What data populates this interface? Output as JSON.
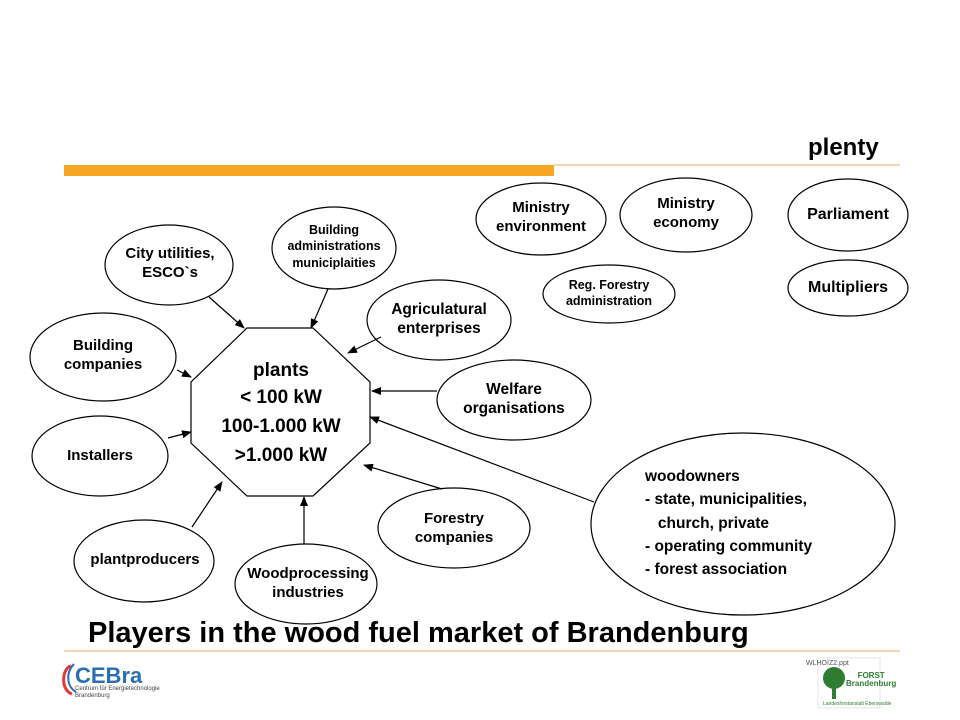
{
  "header": {
    "plenty_label": "plenty"
  },
  "colors": {
    "accent_bar": "#f5a623",
    "rule_line": "#e8b060",
    "text": "#000000"
  },
  "center": {
    "lines": [
      "plants",
      "< 100 kW",
      "100-1.000 kW",
      ">1.000 kW"
    ]
  },
  "actors": {
    "city_utilities": "City utilities,\nESCO`s",
    "building_admin": "Building\nadministrations\nmuniciplaities",
    "agricultural": "Agriculatural\nenterprises",
    "building_companies": "Building\ncompanies",
    "installers": "Installers",
    "plantproducers": "plantproducers",
    "woodprocessing": "Woodprocessing\nindustries",
    "forestry_companies": "Forestry\ncompanies",
    "welfare": "Welfare\norganisations",
    "woodowners": "woodowners\n- state, municipalities,\n   church, private\n- operating community\n- forest association",
    "ministry_environment": "Ministry\nenvironment",
    "ministry_economy": "Ministry\neconomy",
    "parliament": "Parliament",
    "reg_forestry": "Reg. Forestry\nadministration",
    "multipliers": "Multipliers"
  },
  "footer": {
    "title": "Players in the wood fuel market of Brandenburg",
    "wlh": "WLHOIZ2.ppt",
    "cebra_logo": "CEBra",
    "cebra_sub": "Centrum für Energietechnologie\nBrandenburg",
    "forst_logo": "FORST\nBrandenburg",
    "forst_sub": "Landesforstanstalt Eberswalde"
  }
}
